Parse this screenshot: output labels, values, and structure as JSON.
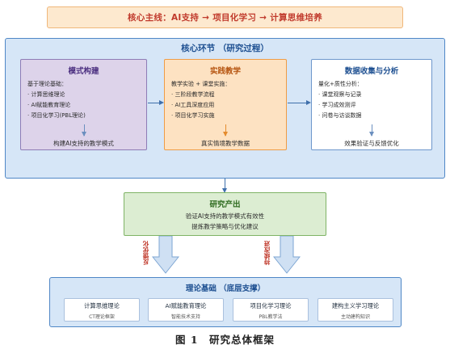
{
  "banner": {
    "text": "核心主线：AI支持 → 项目化学习 → 计算思维培养"
  },
  "core": {
    "title": "核心环节 （研究过程）",
    "cards": [
      {
        "title": "模式构建",
        "lines": [
          "基于理论基础：",
          "· 计算思维理论",
          "· AI赋能教育理论",
          "· 项目化学习(PBL理论)"
        ],
        "footer": "构建AI支持的教学模式"
      },
      {
        "title": "实践教学",
        "lines": [
          "教学实验 + 课堂实施：",
          "· 三阶段教学流程",
          "· AI工具深度应用",
          "· 项目化学习实施"
        ],
        "footer": "真实情境教学数据"
      },
      {
        "title": "数据收集与分析",
        "lines": [
          "量化+质性分析：",
          "· 课堂观察与记录",
          "· 学习成效测评",
          "· 问卷与访谈数据"
        ],
        "footer": "效果验证与反馈优化"
      }
    ]
  },
  "result": {
    "title": "研究产出",
    "line1": "验证AI支持的教学模式有效性",
    "line2": "提炼教学策略与优化建议"
  },
  "arrows": {
    "left_label": "反馈优化",
    "right_label": "持续改进"
  },
  "theory": {
    "title": "理论基础 （底层支撑）",
    "boxes": [
      {
        "name": "计算思维理论",
        "sub": "CT理论框架"
      },
      {
        "name": "AI赋能教育理论",
        "sub": "智能技术支持"
      },
      {
        "name": "项目化学习理论",
        "sub": "PBL教学法"
      },
      {
        "name": "建构主义学习理论",
        "sub": "主动建构知识"
      }
    ]
  },
  "caption": "图 1　研究总体框架",
  "colors": {
    "core_border": "#4f87c6",
    "card1_fill": "#ddd3ea",
    "card2_fill": "#fde2c2",
    "result_fill": "#dcedd2",
    "banner_text": "#c0392b"
  }
}
